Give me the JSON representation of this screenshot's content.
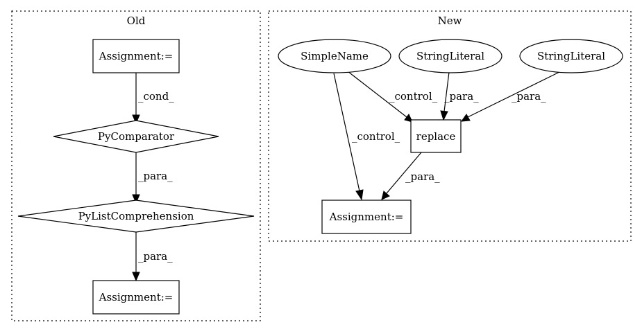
{
  "clusters": {
    "old": {
      "label": "Old"
    },
    "new": {
      "label": "New"
    }
  },
  "nodes": {
    "old_assign_top": "Assignment:=",
    "old_comparator": "PyComparator",
    "old_listcomp": "PyListComprehension",
    "old_assign_bottom": "Assignment:=",
    "new_simplename": "SimpleName",
    "new_string1": "StringLiteral",
    "new_string2": "StringLiteral",
    "new_replace": "replace",
    "new_assign": "Assignment:="
  },
  "edges": {
    "old_cond": "_cond_",
    "old_para1": "_para_",
    "old_para2": "_para_",
    "new_control1": "_control_",
    "new_para_s1": "_para_",
    "new_para_s2": "_para_",
    "new_control2": "_control_",
    "new_para_replace": "_para_"
  }
}
